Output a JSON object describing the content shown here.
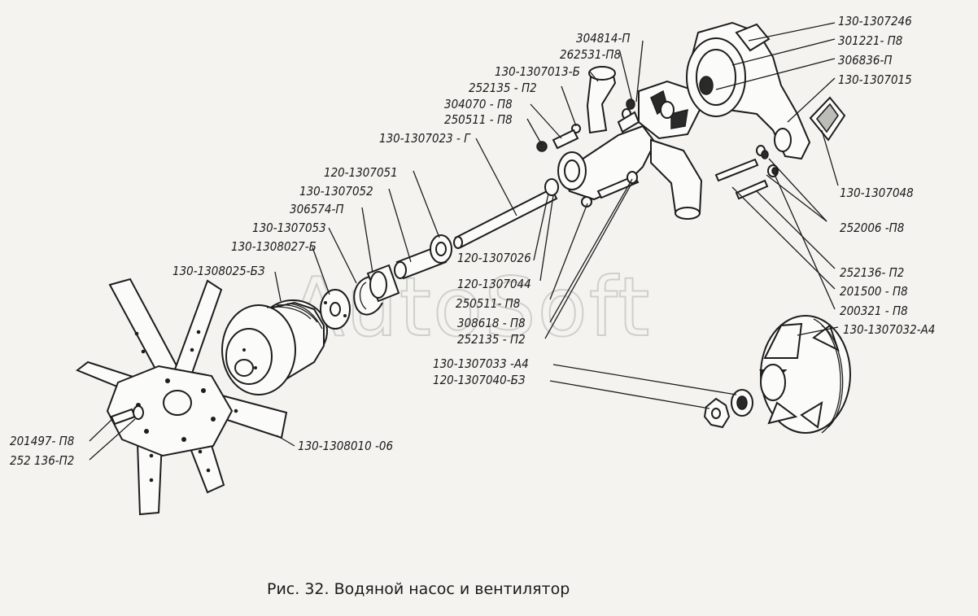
{
  "watermark": "AutoSoft",
  "caption": "Рис. 32. Водяной насос и вентилятор",
  "labels": [
    {
      "id": "l01",
      "text": "304814-П"
    },
    {
      "id": "l02",
      "text": "262531-П8"
    },
    {
      "id": "l03",
      "text": "130-1307013-Б"
    },
    {
      "id": "l04",
      "text": "252135 - П2"
    },
    {
      "id": "l05",
      "text": "304070 - П8"
    },
    {
      "id": "l06",
      "text": "250511 - П8"
    },
    {
      "id": "l07",
      "text": "130-1307023 - Г"
    },
    {
      "id": "l08",
      "text": "120-1307051"
    },
    {
      "id": "l09",
      "text": "130-1307052"
    },
    {
      "id": "l10",
      "text": "306574-П"
    },
    {
      "id": "l11",
      "text": "130-1307053"
    },
    {
      "id": "l12",
      "text": "130-1308027-Б"
    },
    {
      "id": "l13",
      "text": "130-1308025-БЗ"
    },
    {
      "id": "l14",
      "text": "130-1307246"
    },
    {
      "id": "l15",
      "text": "301221- П8"
    },
    {
      "id": "l16",
      "text": "306836-П"
    },
    {
      "id": "l17",
      "text": "130-1307015"
    },
    {
      "id": "l18",
      "text": "130-1307048"
    },
    {
      "id": "l19",
      "text": "252006 -П8"
    },
    {
      "id": "l20",
      "text": "120-1307026"
    },
    {
      "id": "l21",
      "text": "120-1307044"
    },
    {
      "id": "l22",
      "text": "250511- П8"
    },
    {
      "id": "l23",
      "text": "308618 - П8"
    },
    {
      "id": "l24",
      "text": "252135 - П2"
    },
    {
      "id": "l25",
      "text": "252136- П2"
    },
    {
      "id": "l26",
      "text": "201500 - П8"
    },
    {
      "id": "l27",
      "text": "200321 - П8"
    },
    {
      "id": "l28",
      "text": "130-1307032-А4"
    },
    {
      "id": "l29",
      "text": "130-1307033 -А4"
    },
    {
      "id": "l30",
      "text": "120-1307040-БЗ"
    },
    {
      "id": "l31",
      "text": "201497- П8"
    },
    {
      "id": "l32",
      "text": "252 136-П2"
    },
    {
      "id": "l33",
      "text": "130-1308010 -06"
    }
  ]
}
